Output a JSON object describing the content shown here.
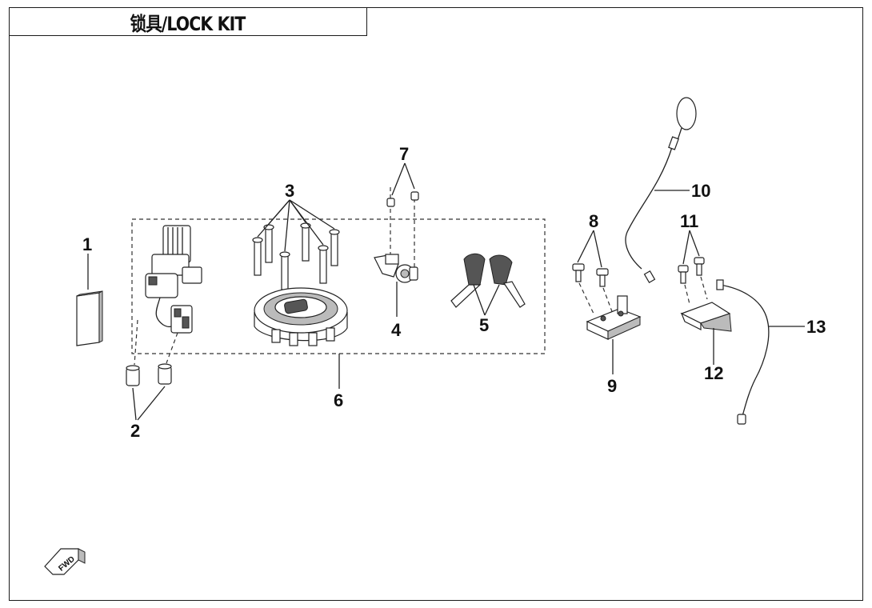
{
  "title": "锁具/LOCK KIT",
  "callouts": {
    "c1": "1",
    "c2": "2",
    "c3": "3",
    "c4": "4",
    "c5": "5",
    "c6": "6",
    "c7": "7",
    "c8": "8",
    "c9": "9",
    "c10": "10",
    "c11": "11",
    "c12": "12",
    "c13": "13"
  },
  "fwd_mark": "FWD",
  "colors": {
    "line": "#222222",
    "background": "#ffffff"
  }
}
